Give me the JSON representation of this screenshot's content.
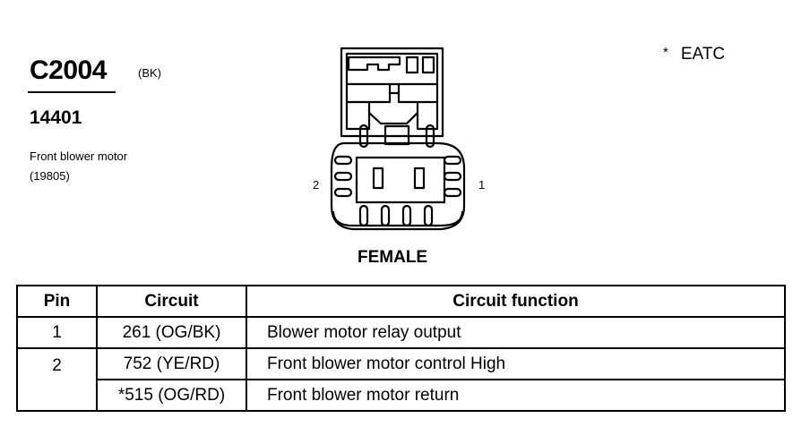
{
  "header": {
    "connector_id": "C2004",
    "connector_color": "(BK)",
    "part_number": "14401",
    "description_line1": "Front blower motor",
    "description_line2": "(19805)"
  },
  "note": {
    "marker": "*",
    "text": "EATC"
  },
  "connector": {
    "pin_label_left": "2",
    "pin_label_right": "1",
    "gender": "FEMALE"
  },
  "table": {
    "headers": {
      "pin": "Pin",
      "circuit": "Circuit",
      "function": "Circuit function"
    },
    "rows": [
      {
        "pin": "1",
        "circuit": "261 (OG/BK)",
        "function": "Blower motor relay output"
      },
      {
        "pin": "2",
        "circuit": "752 (YE/RD)",
        "function": "Front blower motor  control High"
      },
      {
        "pin": "",
        "circuit": "*515 (OG/RD)",
        "function": "Front blower motor  return"
      }
    ]
  }
}
